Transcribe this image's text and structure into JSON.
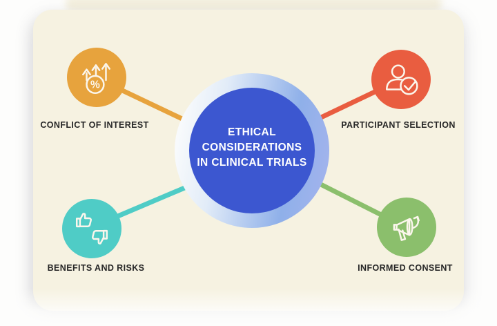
{
  "page": {
    "background": "#fdfdfc",
    "card_background": "#f6f2e1",
    "label_color": "#262626"
  },
  "hub": {
    "title_lines": [
      "ETHICAL",
      "CONSIDERATIONS",
      "IN CLINICAL TRIALS"
    ],
    "fill_color": "#3c57d0",
    "ring_gradient": [
      "#fefefd",
      "#8fb0e9",
      "#a6b4ee"
    ],
    "text_color": "#ffffff"
  },
  "nodes": [
    {
      "id": "conflict-of-interest",
      "label": "CONFLICT OF INTEREST",
      "color": "#e7a33d",
      "icon": "growth-percentage-icon",
      "position": "top-left"
    },
    {
      "id": "participant-selection",
      "label": "PARTICIPANT SELECTION",
      "color": "#e95d40",
      "icon": "user-check-icon",
      "position": "top-right"
    },
    {
      "id": "benefits-and-risks",
      "label": "BENEFITS AND RISKS",
      "color": "#4fccc6",
      "icon": "thumbs-up-down-icon",
      "position": "bottom-left"
    },
    {
      "id": "informed-consent",
      "label": "INFORMED CONSENT",
      "color": "#8bbf6c",
      "icon": "megaphone-icon",
      "position": "bottom-right"
    }
  ],
  "icons": {
    "percent_glyph": "%"
  }
}
